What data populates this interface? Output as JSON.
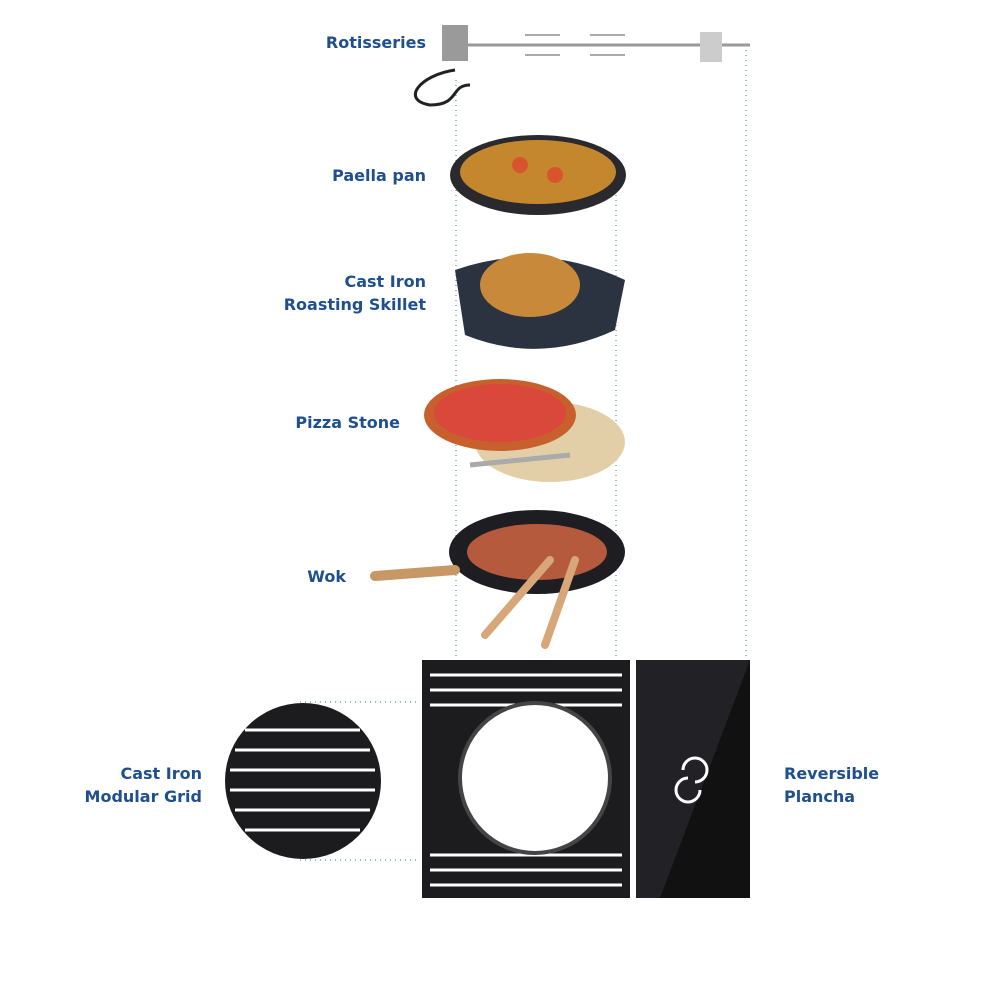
{
  "labels": {
    "rotisseries": "Rotisseries",
    "paella_pan": "Paella pan",
    "skillet_1": "Cast Iron",
    "skillet_2": "Roasting Skillet",
    "pizza_stone": "Pizza Stone",
    "wok": "Wok",
    "grid_1": "Cast Iron",
    "grid_2": "Modular Grid",
    "plancha_1": "Reversible",
    "plancha_2": "Plancha"
  },
  "colors": {
    "label": "#1f4f8f",
    "cast_iron": "#1c1c1e",
    "guide": "#5a8f9a"
  }
}
